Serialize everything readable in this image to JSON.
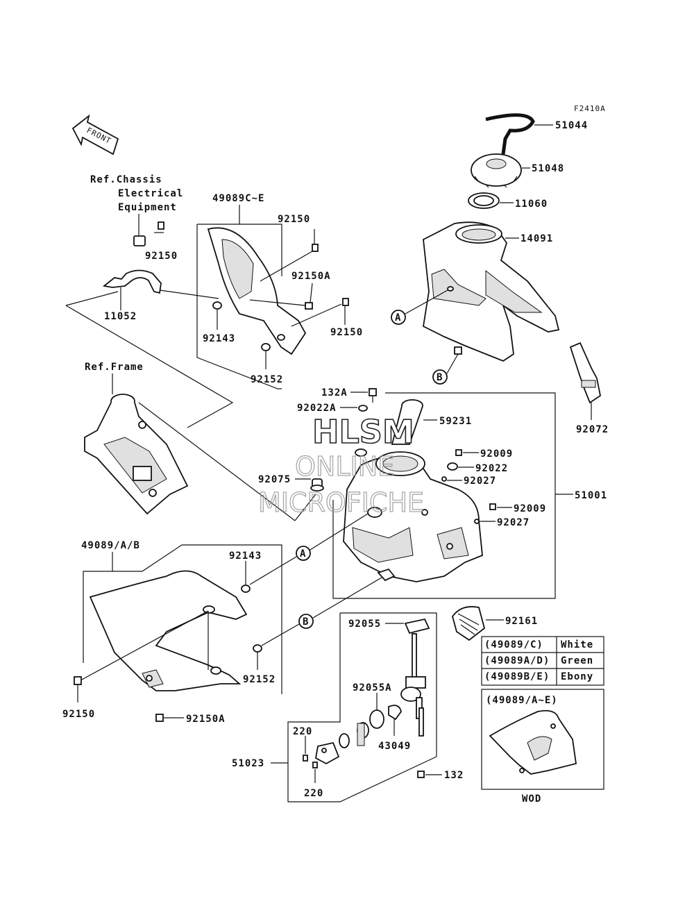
{
  "figure_code": "F2410A",
  "front_arrow_label": "FRONT",
  "ref_chassis_lines": [
    "Ref.Chassis",
    "Electrical",
    "Equipment"
  ],
  "ref_frame": "Ref.Frame",
  "callouts": {
    "p51044": "51044",
    "p51048": "51048",
    "p11060": "11060",
    "p14091": "14091",
    "p92072": "92072",
    "p49089ce": "49089C~E",
    "p92150_top1": "92150",
    "p92150_top2": "92150",
    "p92150a_top": "92150A",
    "p92150_top3": "92150",
    "p11052": "11052",
    "p92143_top": "92143",
    "p92152_top": "92152",
    "p132a": "132A",
    "p92022a": "92022A",
    "p59231": "59231",
    "p92009_1": "92009",
    "p92022": "92022",
    "p92027_1": "92027",
    "p92075": "92075",
    "p51001": "51001",
    "p92009_2": "92009",
    "p92027_2": "92027",
    "p49089ab": "49089/A/B",
    "p92143_bot": "92143",
    "p92152_bot": "92152",
    "p92150_bot": "92150",
    "p92150a_bot": "92150A",
    "p92055": "92055",
    "p92161": "92161",
    "p92055a": "92055A",
    "p220_1": "220",
    "p43049": "43049",
    "p51023": "51023",
    "p220_2": "220",
    "p132": "132"
  },
  "ref_letters": {
    "a_top": "A",
    "b_top": "B",
    "a_bot": "A",
    "b_bot": "B"
  },
  "color_table": [
    {
      "code": "(49089/C)",
      "color": "White"
    },
    {
      "code": "(49089A/D)",
      "color": "Green"
    },
    {
      "code": "(49089B/E)",
      "color": "Ebony"
    }
  ],
  "inset": {
    "title": "(49089/A~E)",
    "caption": "WOD"
  },
  "watermark": {
    "line1": "HLSM",
    "line2": "ONLINE",
    "line3": "MICROFICHE"
  }
}
